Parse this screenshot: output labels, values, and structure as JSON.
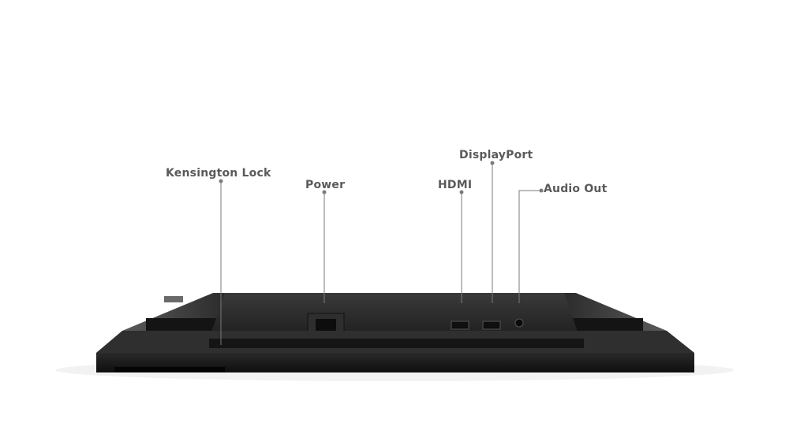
{
  "callouts": {
    "kensington": "Kensington Lock",
    "power": "Power",
    "hdmi": "HDMI",
    "displayport": "DisplayPort",
    "audio": "Audio Out"
  },
  "colors": {
    "label": "#5a5a5a",
    "leader": "#7a7a7a",
    "chassis": "#1b1b1b"
  }
}
